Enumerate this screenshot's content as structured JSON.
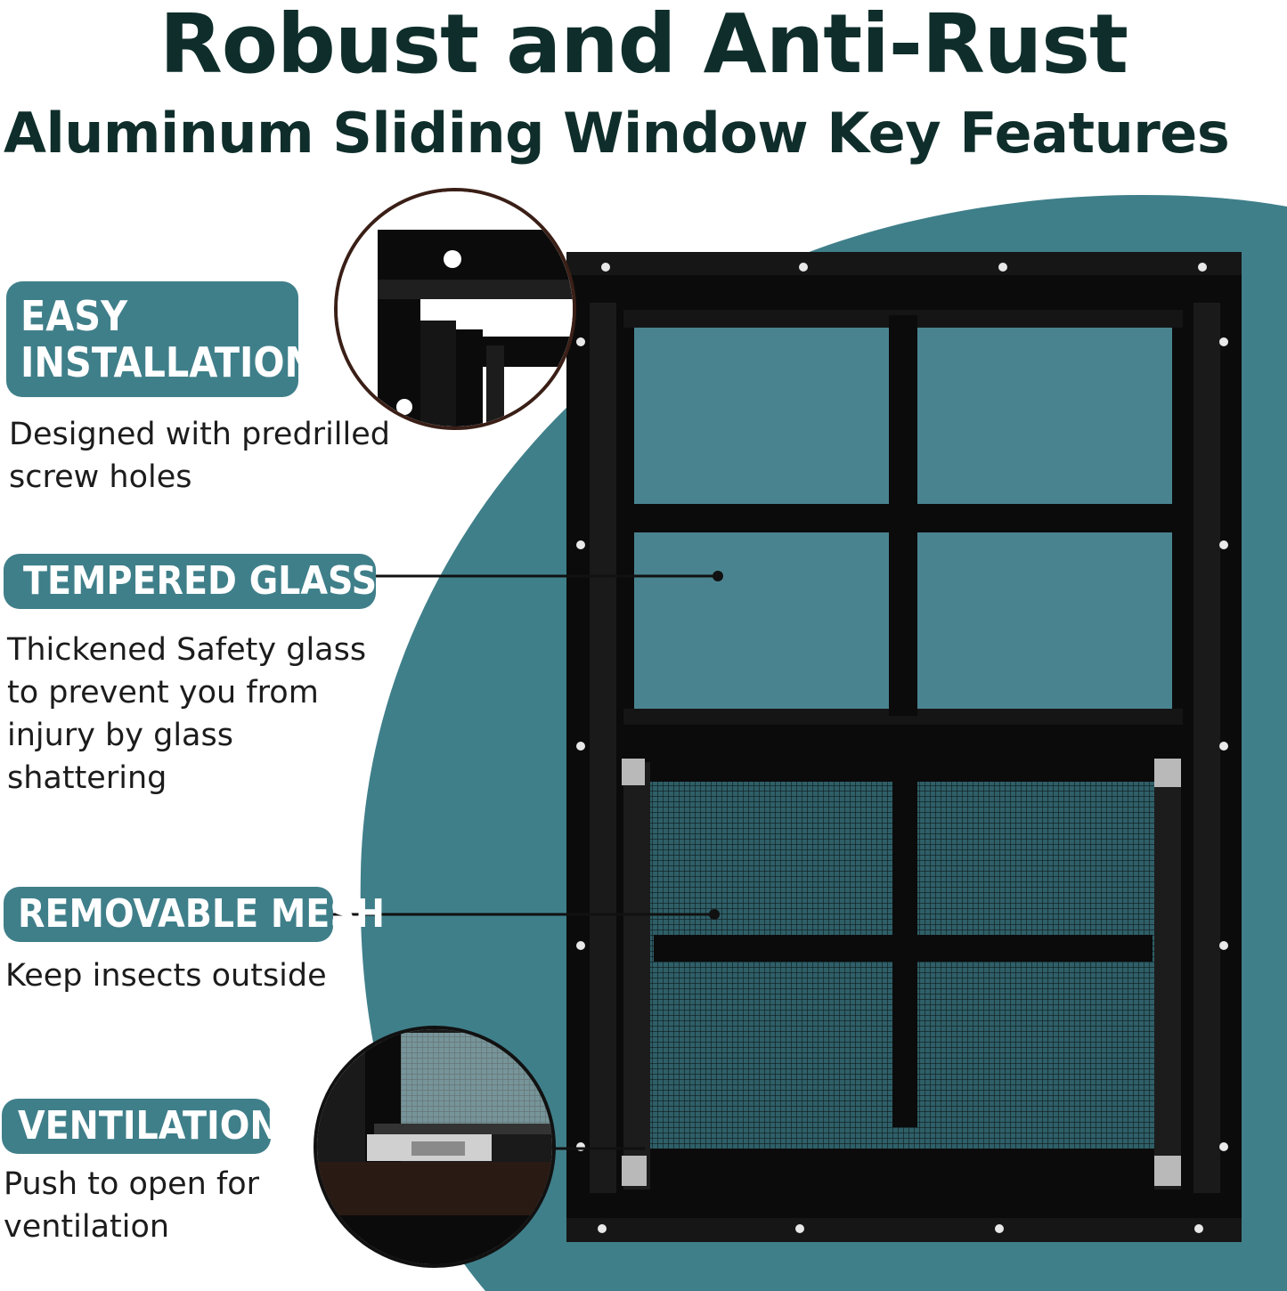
{
  "title": "Robust and Anti-Rust",
  "subtitle": "Aluminum Sliding Window Key Features",
  "features": [
    {
      "badge_lines": [
        "EASY",
        "INSTALLATION"
      ],
      "desc_lines": [
        "Designed with predrilled",
        "screw holes"
      ]
    },
    {
      "badge_lines": [
        "TEMPERED GLASS"
      ],
      "desc_lines": [
        "Thickened Safety glass",
        "to prevent you from",
        "injury by glass",
        "shattering"
      ]
    },
    {
      "badge_lines": [
        "REMOVABLE MESH"
      ],
      "desc_lines": [
        "Keep insects outside"
      ]
    },
    {
      "badge_lines": [
        "VENTILATION"
      ],
      "desc_lines": [
        "Push to open for",
        "ventilation"
      ]
    }
  ],
  "colors": {
    "accent": "#3f7f8a",
    "title": "#0f2e2b",
    "frame": "#0b0b0b",
    "glass": "#4a8390"
  },
  "icons": [
    "window-illustration",
    "corner-zoom-circle",
    "latch-zoom-circle"
  ]
}
